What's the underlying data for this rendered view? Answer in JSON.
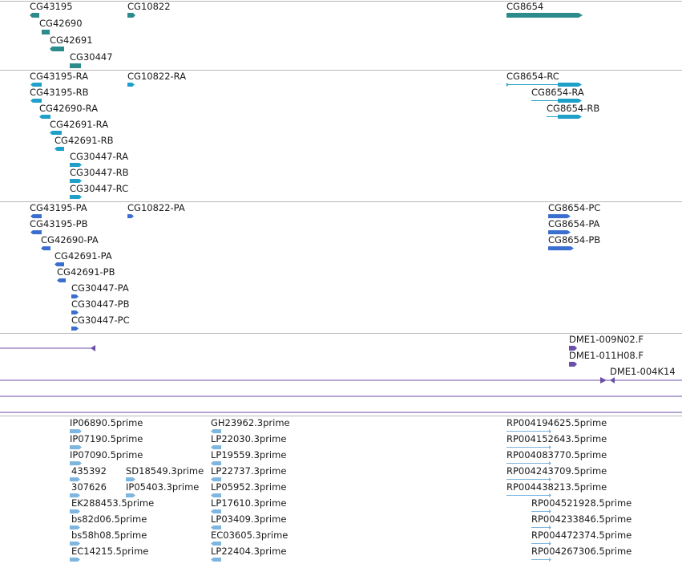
{
  "colors": {
    "gene": "#2e8b8b",
    "rna": "#1ea0c8",
    "protein": "#3a6fd0",
    "clone": "#6a4fa8",
    "est": "#7fb6e0",
    "separator": "#b8b8b8"
  },
  "tracks": {
    "genes": {
      "items": [
        "CG43195",
        "CG10822",
        "CG42690",
        "CG42691",
        "CG30447",
        "CG8654"
      ]
    },
    "transcripts": {
      "items": [
        "CG43195-RA",
        "CG10822-RA",
        "CG43195-RB",
        "CG42690-RA",
        "CG42691-RA",
        "CG42691-RB",
        "CG30447-RA",
        "CG30447-RB",
        "CG30447-RC",
        "CG8654-RC",
        "CG8654-RA",
        "CG8654-RB"
      ]
    },
    "proteins": {
      "items": [
        "CG43195-PA",
        "CG10822-PA",
        "CG43195-PB",
        "CG42690-PA",
        "CG42691-PA",
        "CG42691-PB",
        "CG30447-PA",
        "CG30447-PB",
        "CG30447-PC",
        "CG8654-PC",
        "CG8654-PA",
        "CG8654-PB"
      ]
    },
    "clones": {
      "items": [
        "DME1-009N02.F",
        "DME1-011H08.F",
        "DME1-004K14"
      ]
    },
    "ests": {
      "items": [
        "IP06890.5prime",
        "IP07190.5prime",
        "IP07090.5prime",
        "435392",
        "SD18549.3prime",
        "307626",
        "IP05403.3prime",
        "EK288453.5prime",
        "bs82d06.5prime",
        "bs58h08.5prime",
        "EC14215.5prime",
        "GH23962.3prime",
        "LP22030.3prime",
        "LP19559.3prime",
        "LP22737.3prime",
        "LP05952.3prime",
        "LP17610.3prime",
        "LP03409.3prime",
        "EC03605.3prime",
        "LP22404.3prime",
        "RP004194625.5prime",
        "RP004152643.5prime",
        "RP004083770.5prime",
        "RP004243709.5prime",
        "RP004438213.5prime",
        "RP004521928.5prime",
        "RP004233846.5prime",
        "RP004472374.5prime",
        "RP004267306.5prime"
      ]
    }
  }
}
